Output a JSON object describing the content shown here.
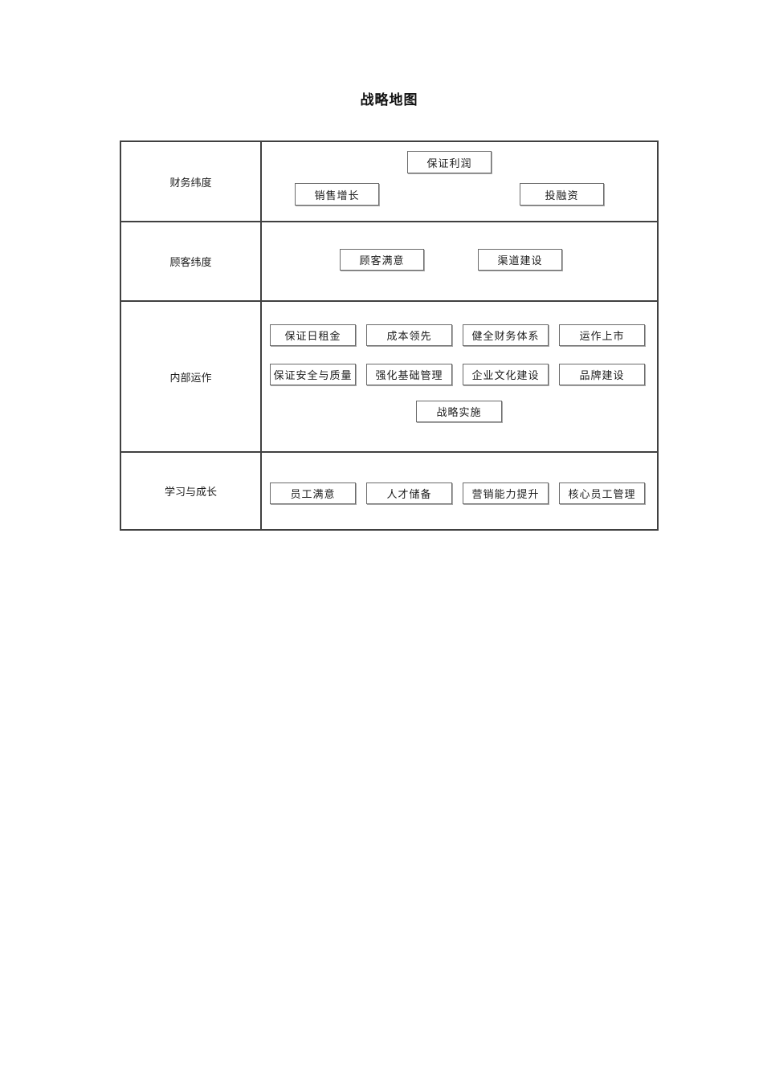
{
  "document": {
    "title": "战略地图"
  },
  "strategy_map": {
    "rows": [
      {
        "label": "财务纬度",
        "boxes": [
          {
            "label": "保证利润"
          },
          {
            "label": "销售增长"
          },
          {
            "label": "投融资"
          }
        ]
      },
      {
        "label": "顾客纬度",
        "boxes": [
          {
            "label": "顾客满意"
          },
          {
            "label": "渠道建设"
          }
        ]
      },
      {
        "label": "内部运作",
        "boxes": [
          {
            "label": "保证日租金"
          },
          {
            "label": "成本领先"
          },
          {
            "label": "健全财务体系"
          },
          {
            "label": "运作上市"
          },
          {
            "label": "保证安全与质量"
          },
          {
            "label": "强化基础管理"
          },
          {
            "label": "企业文化建设"
          },
          {
            "label": "品牌建设"
          },
          {
            "label": "战略实施"
          }
        ]
      },
      {
        "label": "学习与成长",
        "boxes": [
          {
            "label": "员工满意"
          },
          {
            "label": "人才储备"
          },
          {
            "label": "营销能力提升"
          },
          {
            "label": "核心员工管理"
          }
        ]
      }
    ]
  },
  "colors": {
    "background": "#ffffff",
    "table_border": "#404040",
    "box_border": "#6b6b6b",
    "box_shadow": "#a8a8a8",
    "text": "#1c1c1c"
  }
}
